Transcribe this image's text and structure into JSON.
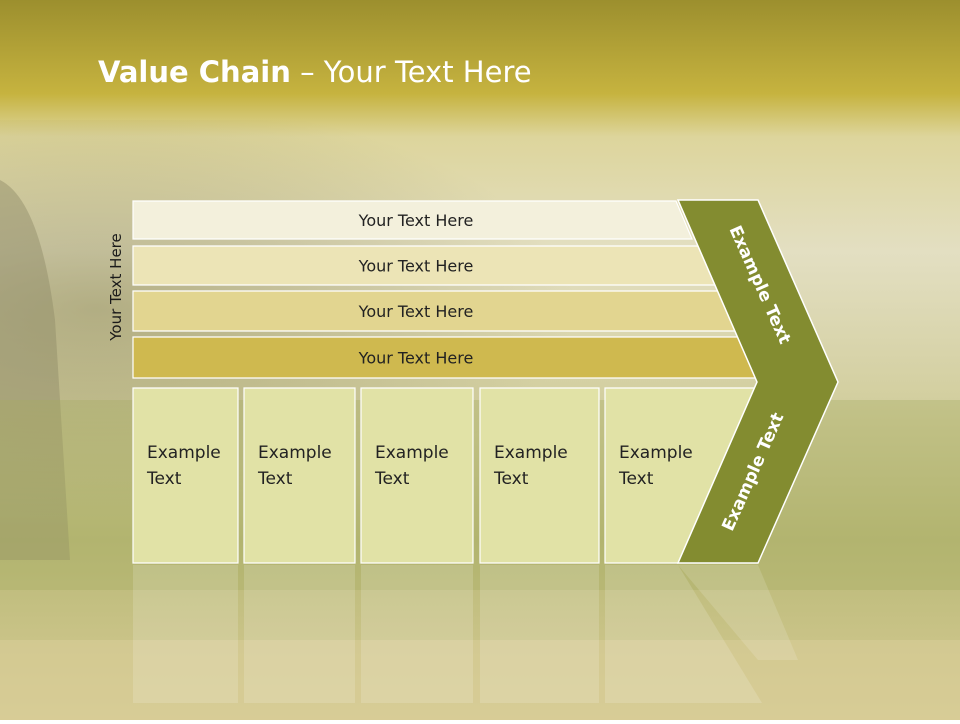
{
  "title": {
    "bold": "Value Chain",
    "rest": " – Your Text Here"
  },
  "side_label": "Your Text Here",
  "rows": [
    "Your Text Here",
    "Your Text Here",
    "Your Text Here",
    "Your Text Here"
  ],
  "boxes": [
    [
      "Example",
      "Text"
    ],
    [
      "Example",
      "Text"
    ],
    [
      "Example",
      "Text"
    ],
    [
      "Example",
      "Text"
    ],
    [
      "Example",
      "Text"
    ]
  ],
  "chevron": {
    "upper": "Example Text",
    "lower": "Example Text"
  },
  "colors": {
    "header_band": "#b8a53a",
    "row_fills": [
      "#f3f0dc",
      "#ece4b6",
      "#e2d590",
      "#cfb94f"
    ],
    "box_fill": "#e1e2a6",
    "chevron_fill": "#838c30"
  }
}
